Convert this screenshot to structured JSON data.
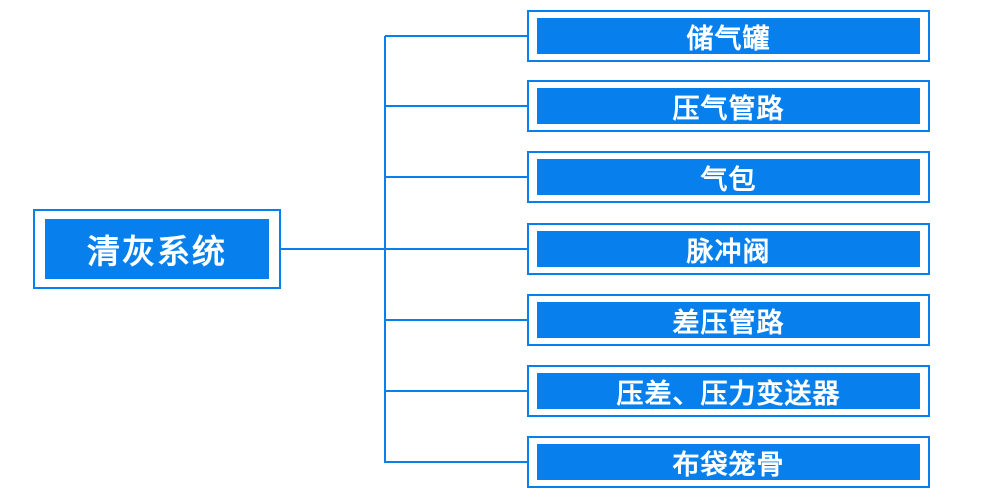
{
  "diagram": {
    "type": "tree",
    "orientation": "left-to-right",
    "root": {
      "label": "清灰系统"
    },
    "children": [
      {
        "label": "储气罐"
      },
      {
        "label": "压气管路"
      },
      {
        "label": "气包"
      },
      {
        "label": "脉冲阀"
      },
      {
        "label": "差压管路"
      },
      {
        "label": "压差、压力变送器"
      },
      {
        "label": "布袋笼骨"
      }
    ],
    "colors": {
      "primary": "#0780ee",
      "text": "#ffffff",
      "background": "#ffffff"
    }
  }
}
